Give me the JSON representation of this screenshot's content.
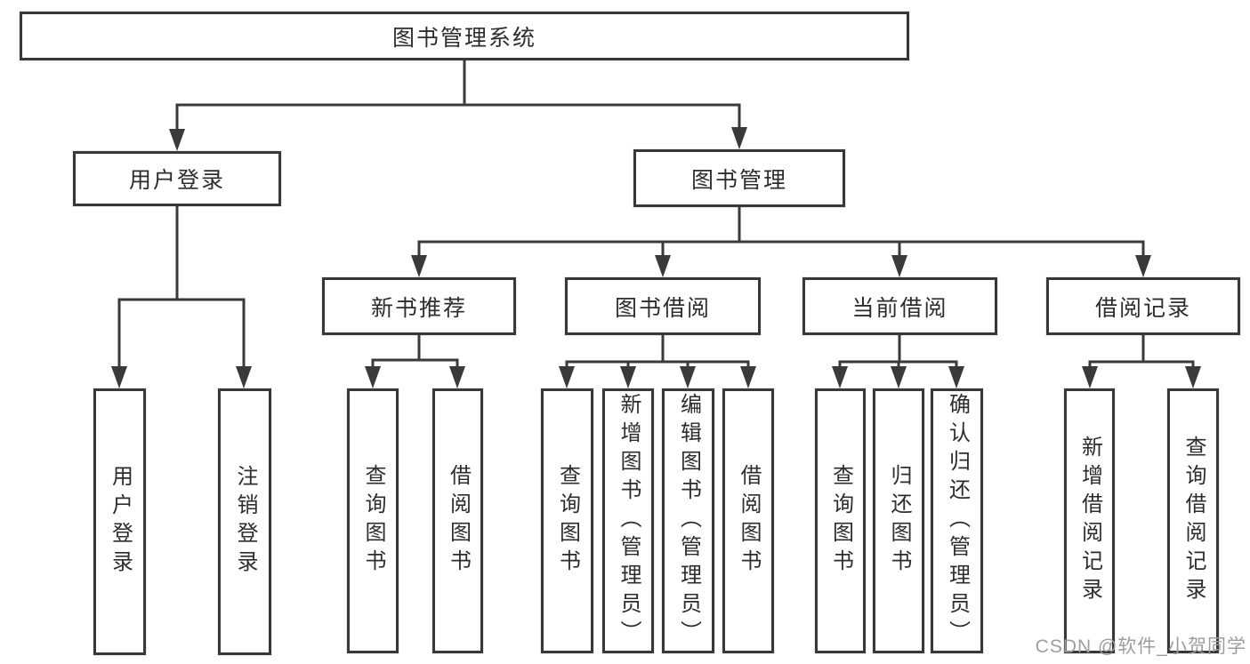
{
  "diagram": {
    "root": {
      "label": "图书管理系统"
    },
    "branches": [
      {
        "label": "用户登录",
        "children": [
          {
            "label": "用户登录"
          },
          {
            "label": "注销登录"
          }
        ]
      },
      {
        "label": "图书管理",
        "children": [
          {
            "label": "新书推荐",
            "children": [
              {
                "label": "查询图书"
              },
              {
                "label": "借阅图书"
              }
            ]
          },
          {
            "label": "图书借阅",
            "children": [
              {
                "label": "查询图书"
              },
              {
                "label": "新增图书（管理员）"
              },
              {
                "label": "编辑图书（管理员）"
              },
              {
                "label": "借阅图书"
              }
            ]
          },
          {
            "label": "当前借阅",
            "children": [
              {
                "label": "查询图书"
              },
              {
                "label": "归还图书"
              },
              {
                "label": "确认归还（管理员）"
              }
            ]
          },
          {
            "label": "借阅记录",
            "children": [
              {
                "label": "新增借阅记录"
              },
              {
                "label": "查询借阅记录"
              }
            ]
          }
        ]
      }
    ],
    "watermark": "CSDN @软件_小贺同学",
    "colors": {
      "line": "#3a3a3a",
      "border": "#383838",
      "text": "#2d2d2d",
      "watermark": "#9e9e9e",
      "background": "#ffffff"
    }
  }
}
